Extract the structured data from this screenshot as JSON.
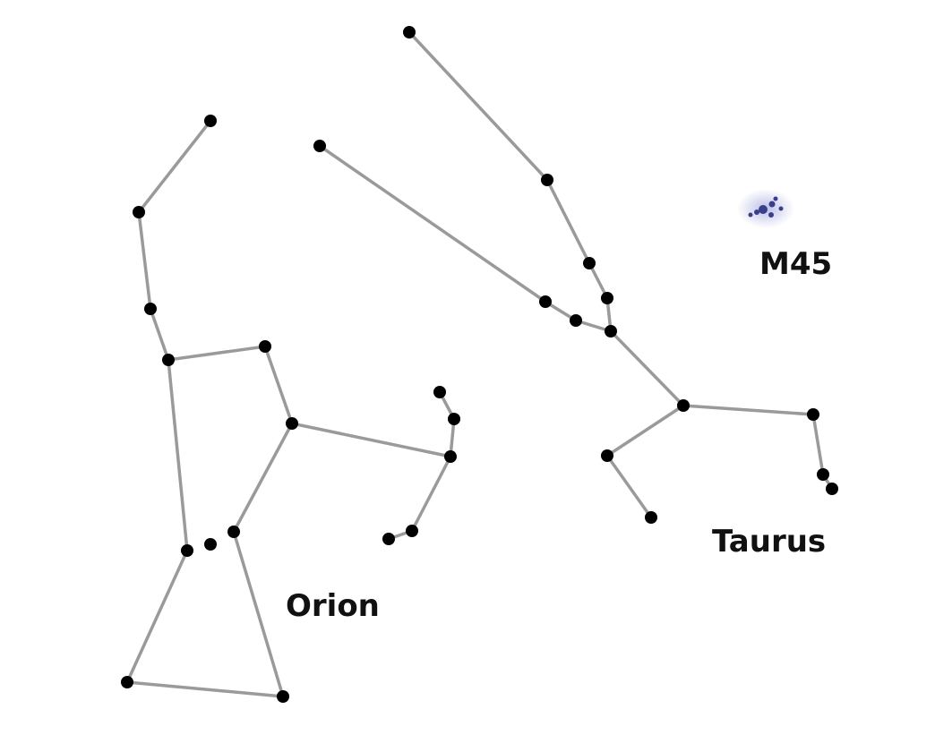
{
  "labels": {
    "orion": "Orion",
    "taurus": "Taurus",
    "m45": "M45"
  },
  "colors": {
    "background": "#ffffff",
    "line": "#9a9a9a",
    "star": "#000000",
    "cluster": "#3a3f8c",
    "cluster_glow": "#b8bde6"
  }
}
